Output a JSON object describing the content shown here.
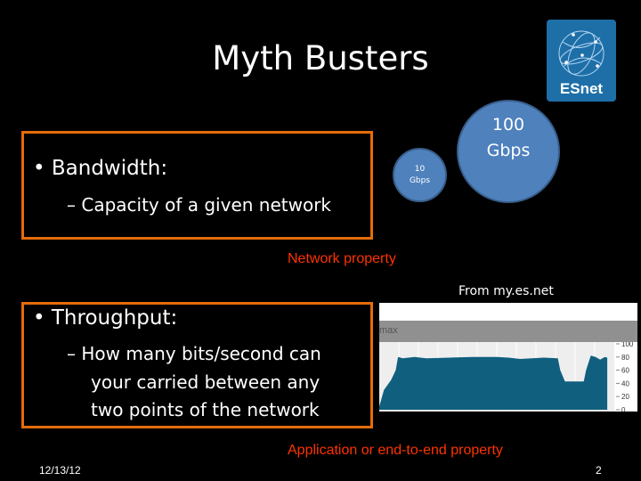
{
  "title": "Myth Busters",
  "logo": {
    "text": "ESnet",
    "color": "#1e6fa8"
  },
  "bandwidth": {
    "bullet": "• Bandwidth:",
    "sub": "– Capacity of a given network"
  },
  "circles": {
    "small": {
      "value": "10",
      "unit": "Gbps"
    },
    "large": {
      "value": "100",
      "unit": "Gbps"
    },
    "color": "#4f81bd"
  },
  "network_label": "Network property",
  "source": "From my.es.net",
  "throughput": {
    "bullet": "• Throughput:",
    "sub_lines": [
      "– How many bits/second can",
      "your carried between any",
      "two points of the network"
    ]
  },
  "app_label": "Application or end-to-end property",
  "footer": {
    "date": "12/13/12",
    "page": "2"
  },
  "accent": "#e46c0a",
  "chart_data": {
    "type": "area",
    "header": "max",
    "ylim": [
      0,
      100
    ],
    "yticks": [
      "100",
      "80",
      "60",
      "40",
      "20",
      "0"
    ],
    "color": "#105f7f",
    "x": [
      0,
      0.02,
      0.05,
      0.07,
      0.08,
      0.1,
      0.15,
      0.2,
      0.3,
      0.4,
      0.5,
      0.55,
      0.6,
      0.7,
      0.76,
      0.77,
      0.79,
      0.87,
      0.88,
      0.9,
      0.92,
      0.94,
      0.96,
      0.97
    ],
    "values": [
      5,
      30,
      45,
      60,
      80,
      78,
      80,
      78,
      79,
      80,
      80,
      79,
      77,
      79,
      78,
      60,
      43,
      43,
      60,
      82,
      80,
      76,
      80,
      79
    ]
  }
}
